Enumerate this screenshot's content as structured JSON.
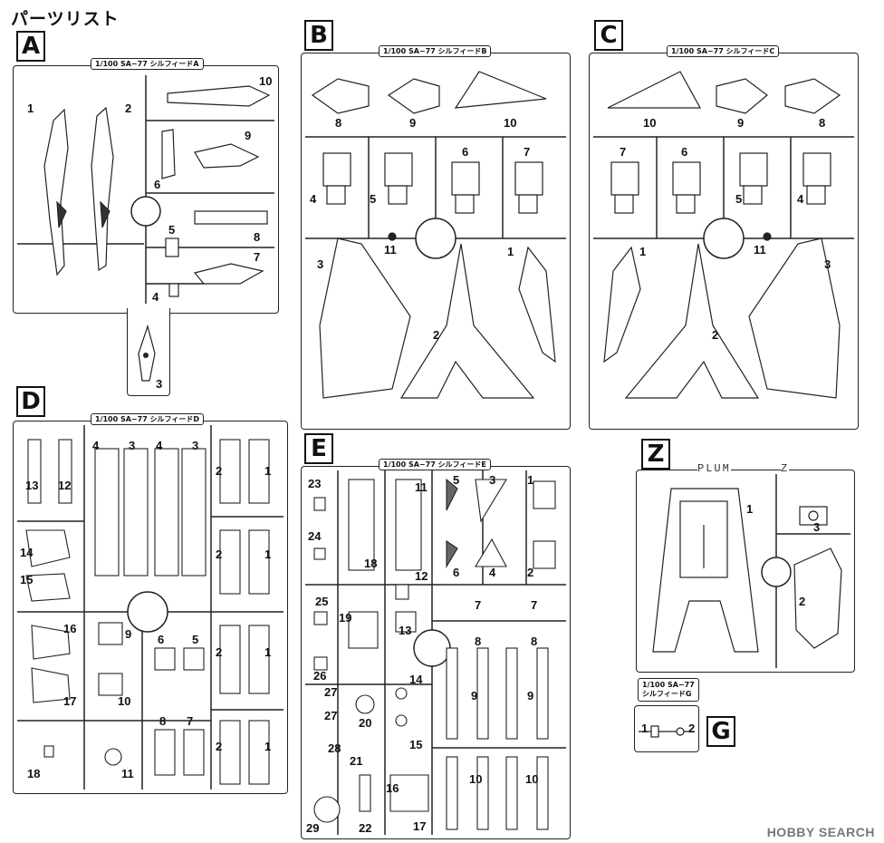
{
  "title": "パーツリスト",
  "watermark": "HOBBY SEARCH",
  "sprues": {
    "A": {
      "letter": "A",
      "plate": "1/100 SA−77 シルフィードA"
    },
    "B": {
      "letter": "B",
      "plate": "1/100 SA−77 シルフィードB"
    },
    "C": {
      "letter": "C",
      "plate": "1/100 SA−77 シルフィードC"
    },
    "D": {
      "letter": "D",
      "plate": "1/100 SA−77 シルフィードD"
    },
    "E": {
      "letter": "E",
      "plate": "1/100 SA−77 シルフィードE"
    },
    "Z": {
      "letter": "Z",
      "plate_left": "PLUM",
      "plate_right": "Z"
    },
    "G": {
      "letter": "G",
      "plate_line1": "1/100 SA−77",
      "plate_line2": "シルフィードG"
    }
  },
  "part_numbers": {
    "A": [
      "1",
      "2",
      "3",
      "4",
      "5",
      "6",
      "7",
      "8",
      "9",
      "10"
    ],
    "B": [
      "1",
      "2",
      "3",
      "4",
      "5",
      "6",
      "7",
      "8",
      "9",
      "10",
      "11"
    ],
    "C": [
      "1",
      "2",
      "3",
      "4",
      "5",
      "6",
      "7",
      "8",
      "9",
      "10",
      "11"
    ],
    "D": [
      "1",
      "1",
      "1",
      "1",
      "2",
      "2",
      "2",
      "2",
      "3",
      "3",
      "4",
      "4",
      "5",
      "6",
      "7",
      "8",
      "9",
      "10",
      "11",
      "12",
      "13",
      "14",
      "15",
      "16",
      "17",
      "18"
    ],
    "E": [
      "1",
      "2",
      "3",
      "4",
      "5",
      "6",
      "7",
      "7",
      "8",
      "8",
      "9",
      "9",
      "10",
      "10",
      "11",
      "12",
      "13",
      "14",
      "15",
      "16",
      "17",
      "18",
      "19",
      "20",
      "21",
      "22",
      "23",
      "24",
      "25",
      "26",
      "27",
      "27",
      "28",
      "29"
    ],
    "Z": [
      "1",
      "2",
      "3"
    ],
    "G": [
      "1",
      "2"
    ]
  }
}
